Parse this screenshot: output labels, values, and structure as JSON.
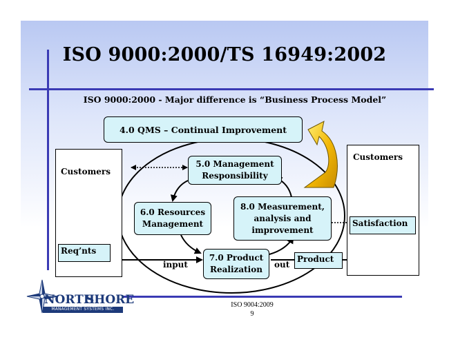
{
  "slide": {
    "title": "ISO 9000:2000/TS 16949:2002",
    "subtitle": "ISO 9000:2000 - Major difference is “Business Process Model”"
  },
  "diagram": {
    "qms_box": "4.0 QMS – Continual Improvement",
    "customers_left": "Customers",
    "customers_right": "Customers",
    "requirements": "Req’nts",
    "satisfaction": "Satisfaction",
    "management": [
      "5.0 Management",
      "Responsibility"
    ],
    "resources": [
      "6.0 Resources",
      "Management"
    ],
    "realization": [
      "7.0 Product",
      "Realization"
    ],
    "measurement": [
      "8.0 Measurement,",
      "analysis and",
      "improvement"
    ],
    "input_label": "input",
    "output_label": "out",
    "product": "Product"
  },
  "logo": {
    "name_first": "NORTH",
    "name_second": "SHORE",
    "tagline": "MANAGEMENT SYSTEMS INC."
  },
  "footer": {
    "reference": "ISO 9004:2009",
    "page_number": "9"
  },
  "colors": {
    "background_gradient_top": "#b9c8f2",
    "accent_line": "#3a3ab4",
    "box_fill": "#d6f3f9",
    "improvement_arrow": "#f2b705",
    "logo_blue": "#1d3a7a"
  }
}
